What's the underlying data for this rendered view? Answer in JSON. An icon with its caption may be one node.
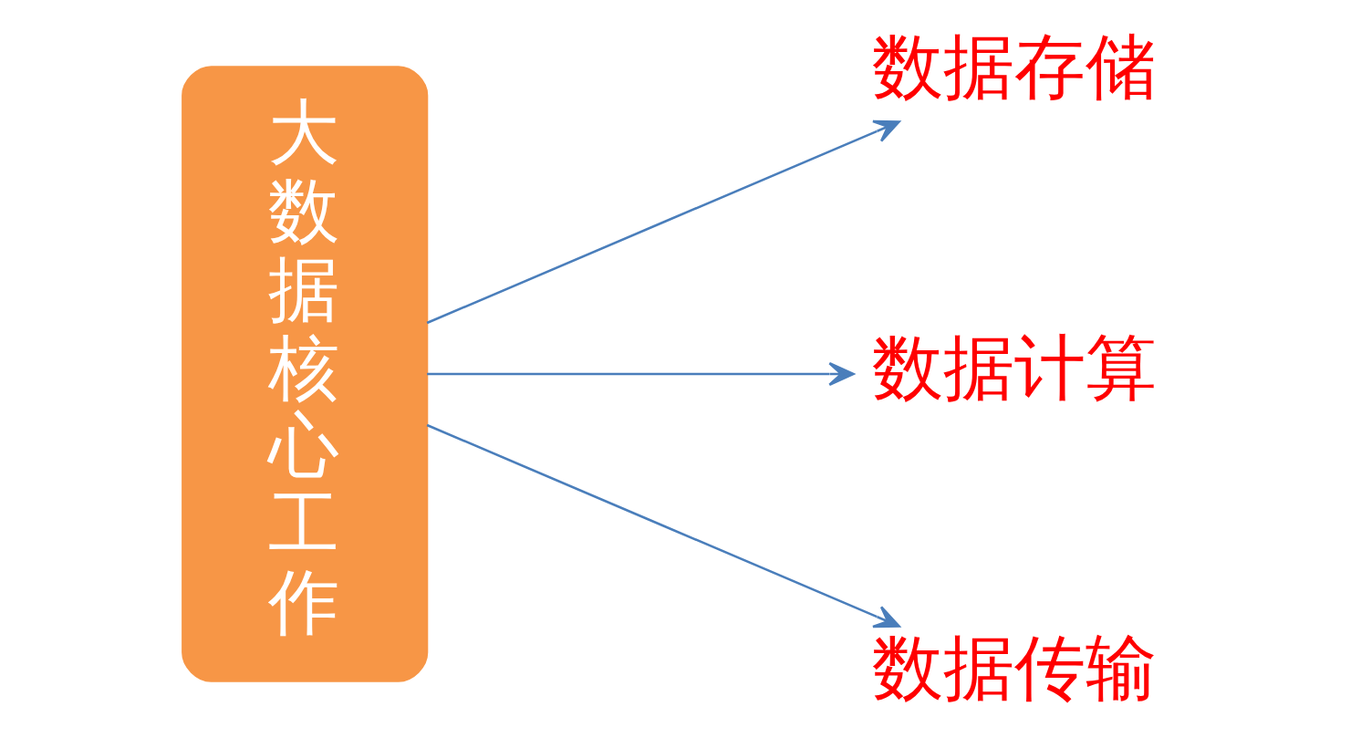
{
  "diagram": {
    "nodes": [
      {
        "text": [
          "大数据核心工作"
        ]
      },
      {
        "text": [
          "数据存储"
        ]
      },
      {
        "text": [
          "数据计算"
        ]
      },
      {
        "text": [
          "数据传输"
        ]
      }
    ],
    "edges": [
      {
        "from": 0,
        "to": 1,
        "arrow": "to"
      },
      {
        "from": 0,
        "to": 2,
        "arrow": "to"
      },
      {
        "from": 0,
        "to": 3,
        "arrow": "to"
      }
    ]
  }
}
